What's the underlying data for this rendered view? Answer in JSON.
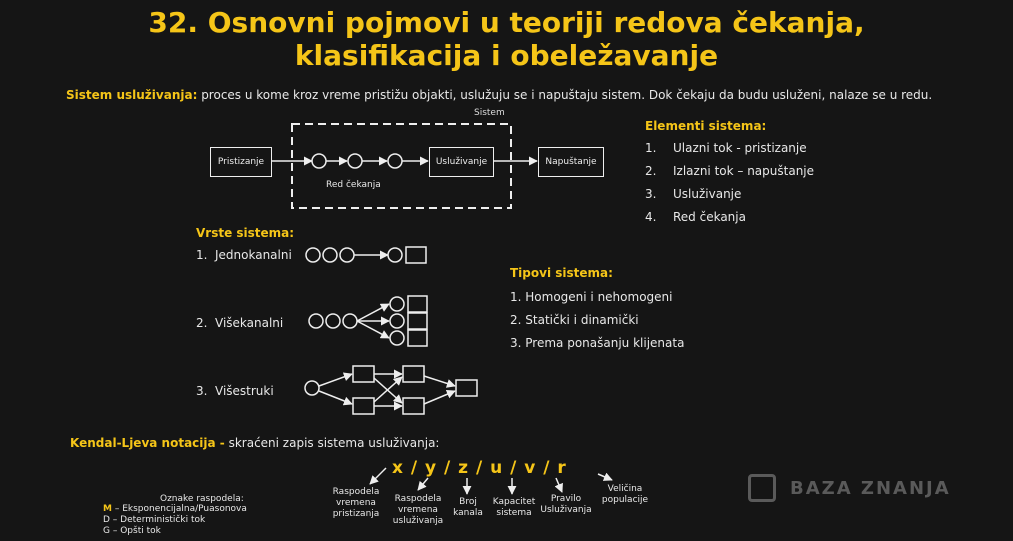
{
  "title": {
    "line1": "32. Osnovni pojmovi u teoriji redova čekanja,",
    "line2": "klasifikacija i obeležavanje"
  },
  "definition": {
    "term": "Sistem usluživanja:",
    "text": " proces u kome kroz vreme pristižu objakti, uslužuju se i napuštaju sistem. Dok čekaju da budu usluženi, nalaze se u redu."
  },
  "flow": {
    "system_label": "Sistem",
    "arrival": "Pristizanje",
    "service": "Usluživanje",
    "departure": "Napuštanje",
    "queue": "Red čekanja"
  },
  "elements": {
    "heading": "Elementi sistema:",
    "items": [
      {
        "n": "1.",
        "label": "Ulazni tok - pristizanje"
      },
      {
        "n": "2.",
        "label": "Izlazni tok – napuštanje"
      },
      {
        "n": "3.",
        "label": "Usluživanje"
      },
      {
        "n": "4.",
        "label": "Red čekanja"
      }
    ]
  },
  "system_types": {
    "heading": "Vrste sistema:",
    "items": [
      {
        "n": "1.",
        "label": "Jednokanalni"
      },
      {
        "n": "2.",
        "label": "Višekanalni"
      },
      {
        "n": "3.",
        "label": "Višestruki"
      }
    ]
  },
  "system_kinds": {
    "heading": "Tipovi sistema:",
    "items": [
      "1. Homogeni i nehomogeni",
      "2. Statički i dinamički",
      "3. Prema ponašanju klijenata"
    ]
  },
  "kendall": {
    "term": "Kendal-Ljeva notacija -",
    "text": " skraćeni zapis sistema usluživanja:",
    "notation": "x / y / z / u / v / r",
    "labels": [
      "Raspodela vremena pristizanja",
      "Raspodela vremena usluživanja",
      "Broj kanala",
      "Kapacitet sistema",
      "Pravilo Usluživanja",
      "Veličina populacije"
    ],
    "legend_title": "Oznake raspodela:",
    "legend_items": [
      {
        "key": "M",
        "text": " – Eksponencijalna/Puasonova"
      },
      {
        "key": "D",
        "text": " – Deterministički tok"
      },
      {
        "key": "G",
        "text": " – Opšti tok"
      }
    ]
  },
  "watermark": "BAZA ZNANJA",
  "colors": {
    "accent": "#f5c518",
    "background": "#151515",
    "text": "#e8e8e8"
  }
}
